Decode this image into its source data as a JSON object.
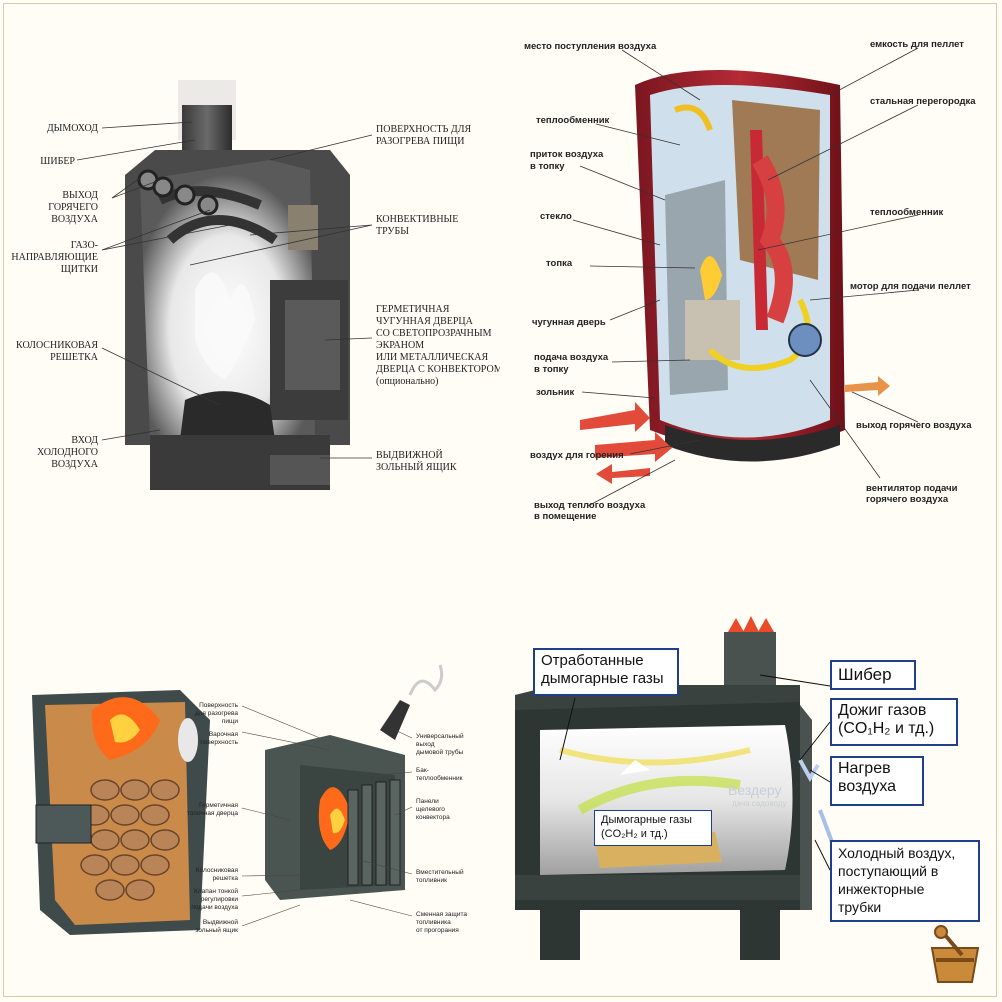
{
  "p1": {
    "left": [
      "ДЫМОХОД",
      "ШИБЕР",
      "ВЫХОД",
      "ГОРЯЧЕГО",
      "ВОЗДУХА",
      "ГАЗО-",
      "НАПРАВЛЯЮЩИЕ",
      "ЩИТКИ",
      "КОЛОСНИКОВАЯ",
      "РЕШЕТКА",
      "ВХОД",
      "ХОЛОДНОГО",
      "ВОЗДУХА"
    ],
    "right": [
      "ПОВЕРХНОСТЬ ДЛЯ",
      "РАЗОГРЕВА ПИЩИ",
      "КОНВЕКТИВНЫЕ",
      "ТРУБЫ",
      "ГЕРМЕТИЧНАЯ",
      "ЧУГУННАЯ ДВЕРЦА",
      "СО СВЕТОПРОЗРАЧНЫМ",
      "ЭКРАНОМ",
      "ИЛИ МЕТАЛЛИЧЕСКАЯ",
      "ДВЕРЦА С КОНВЕКТОРОМ",
      "(опционально)",
      "ВЫДВИЖНОЙ",
      "ЗОЛЬНЫЙ ЯЩИК"
    ]
  },
  "p2": {
    "labels": [
      "место поступления воздуха",
      "емкость для пеллет",
      "стальная перегородка",
      "теплообменник",
      "приток воздуха",
      "в топку",
      "стекло",
      "теплообменник",
      "топка",
      "мотор для подачи пеллет",
      "чугунная дверь",
      "подача воздуха",
      "в топку",
      "зольник",
      "выход горячего воздуха",
      "воздух для горения",
      "вентилятор подачи",
      "горячего воздуха",
      "выход теплого воздуха",
      "в помещение"
    ]
  },
  "p3": {
    "labels": [
      "Поверхность",
      "для разогрева",
      "пищи",
      "Варочная",
      "поверхность",
      "Герметичная",
      "топочная дверца",
      "Колосниковая",
      "решетка",
      "Клапан тонкой",
      "регулировки",
      "подачи воздуха",
      "Выдвижной",
      "зольный ящик",
      "Универсальный",
      "выход",
      "дымовой трубы",
      "Бак-",
      "теплообменник",
      "Панели",
      "щелевого",
      "конвектора",
      "Вместительный",
      "топливник",
      "Сменная защита",
      "топливника",
      "от прогорания"
    ]
  },
  "p4": {
    "box1": [
      "Отработанные",
      "дымогарные газы"
    ],
    "box2": "Шибер",
    "box3": [
      "Дожиг газов",
      "(CO₁H₂ и тд.)"
    ],
    "box4": [
      "Нагрев",
      "воздуха"
    ],
    "box5": [
      "Холодный воздух,",
      "поступающий в",
      "инжекторные",
      "трубки"
    ],
    "inner": [
      "Дымогарные газы",
      "(CO₂H₂ и тд.)"
    ],
    "watermark": [
      "Вездеру",
      "дача садоводу"
    ]
  }
}
